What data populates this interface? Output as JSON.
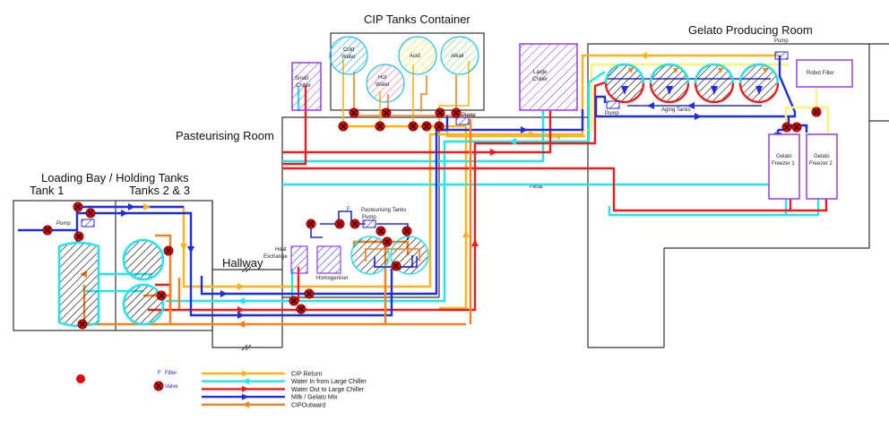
{
  "title": "Gelato Factory Piping Layout",
  "rooms": {
    "cip_container": "CIP Tanks Container",
    "gelato_room": "Gelato Producing Room",
    "pasteurising_room": "Pasteurising Room",
    "loading_bay": "Loading Bay / Holding Tanks",
    "tank1": "Tank 1",
    "tanks23": "Tanks 2 & 3",
    "hallway": "Hallway",
    "heat_area": "Heat"
  },
  "equipment": {
    "cold_water_1": "Cold",
    "cold_water_2": "Water",
    "hot_water_1": "Hot",
    "hot_water_2": "Water",
    "acid": "Acid",
    "alkali": "Alkali",
    "small_chiller_1": "Small",
    "small_chiller_2": "Chiller",
    "large_chiller_1": "Large",
    "large_chiller_2": "Chiller",
    "robot_filler": "Robot Filler",
    "freezer1_1": "Gelato",
    "freezer1_2": "Freezer 1",
    "freezer2_1": "Gelato",
    "freezer2_2": "Freezer 2",
    "aging_tanks": "Aging Tanks",
    "pump": "Pump",
    "heat_exchange_1": "Heat",
    "heat_exchange_2": "Exchange",
    "homogeniser": "Homogeniser",
    "pasteurising_tanks": "Pasteurising Tanks",
    "filter_mark": "F"
  },
  "legend": {
    "filter_symbol": "F",
    "filter_label": "Filter",
    "valve_label": "Valve",
    "lines": [
      {
        "label": "CIP Return",
        "color": "#ffb31a",
        "direction": "right"
      },
      {
        "label": "Water In from Large Chiller",
        "color": "#22e6ef",
        "direction": "left"
      },
      {
        "label": "Water Out to Large Chiller",
        "color": "#ee1c1c",
        "direction": "right"
      },
      {
        "label": "Milk / Gelato Mix",
        "color": "#1f2ee0",
        "direction": "right"
      },
      {
        "label": "CIPOutward",
        "color": "#ff7f1a",
        "direction": "left"
      }
    ]
  },
  "colors": {
    "cip_return": "#ffb31a",
    "water_in": "#22e6ef",
    "water_out": "#ee1c1c",
    "milk": "#1f2ee0",
    "cip_outward": "#ff7f1a",
    "equipment_border": "#9a3cf0",
    "valve": "#e50000",
    "yellow_line": "#fff27a"
  }
}
